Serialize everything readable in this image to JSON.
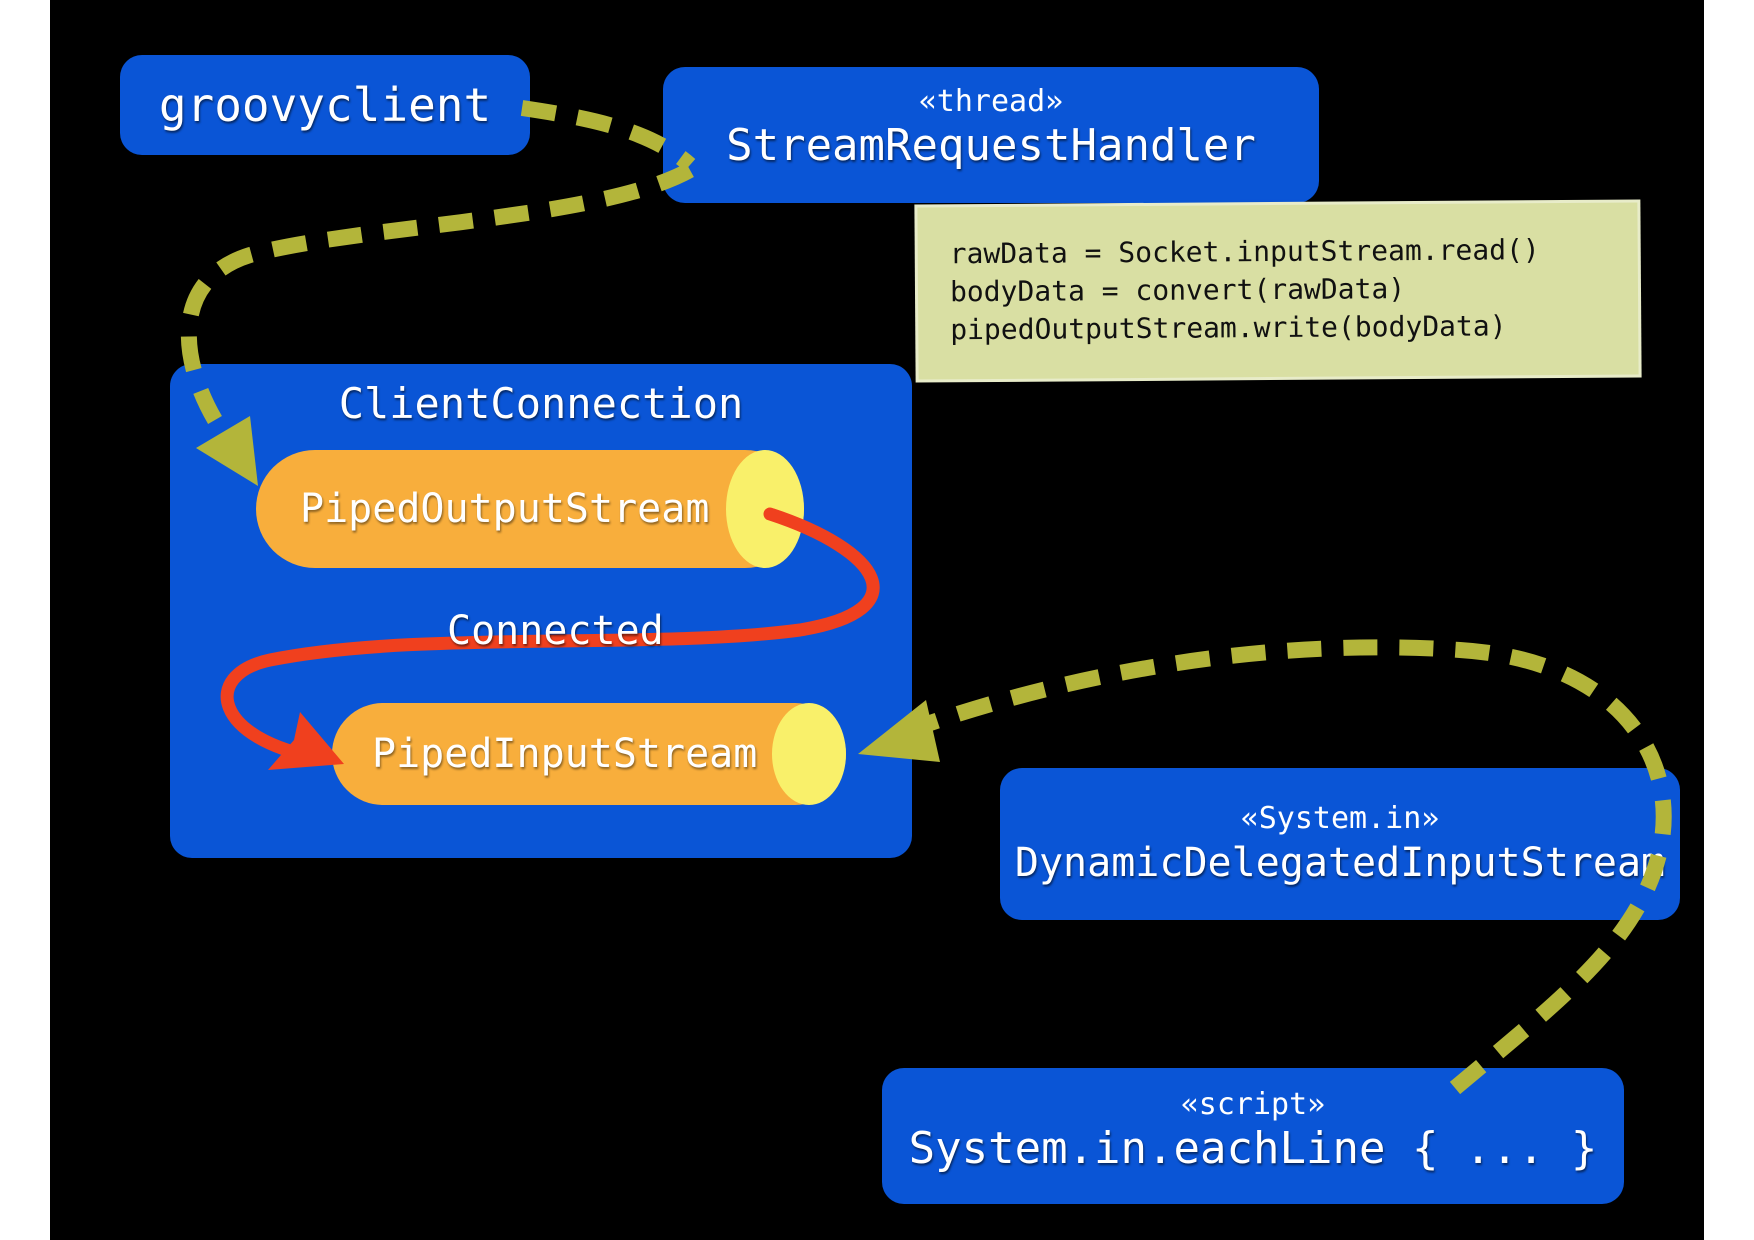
{
  "boxes": {
    "groovyclient": {
      "name": "groovyclient"
    },
    "handler": {
      "stereotype": "«thread»",
      "name": "StreamRequestHandler"
    },
    "client_connection": {
      "title": "ClientConnection"
    },
    "system_in": {
      "stereotype": "«System.in»",
      "name": "DynamicDelegatedInputStream"
    },
    "script": {
      "stereotype": "«script»",
      "name": "System.in.eachLine { ... }"
    }
  },
  "streams": {
    "output": "PipedOutputStream",
    "input": "PipedInputStream",
    "connection_label": "Connected"
  },
  "note": {
    "lines": [
      "rawData = Socket.inputStream.read()",
      "bodyData = convert(rawData)",
      "pipedOutputStream.write(bodyData)"
    ]
  },
  "colors": {
    "background": "#000000",
    "box": "#0a55d6",
    "cylinder_body": "#f8ae3c",
    "cylinder_cap": "#f9f06a",
    "dashed_flow": "#b3b53a",
    "pipe_arrow": "#f0401e",
    "note": "#d9dfa3"
  }
}
